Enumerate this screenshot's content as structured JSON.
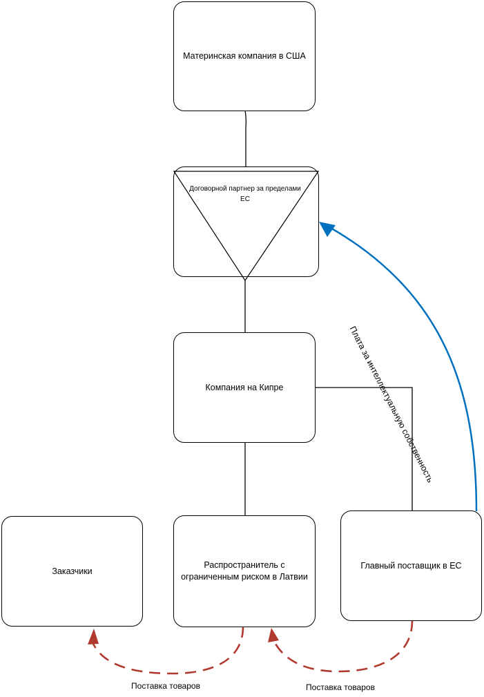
{
  "nodes": {
    "us_parent": "Материнская компания в США",
    "contract_partner": "Договорной партнер за пределами ЕС",
    "cyprus": "Компания на Кипре",
    "customers": "Заказчики",
    "latvia": "Распространитель с ограниченным риском в Латвии",
    "eu_supplier": "Главный поставщик в ЕС"
  },
  "edges": {
    "ip_fee": "Плата за интеллектуальную собственность",
    "supply_left": "Поставка товаров",
    "supply_right": "Поставка товаров"
  },
  "colors": {
    "ip_arrow": "#0070c0",
    "supply_arrow": "#b03a2e"
  }
}
